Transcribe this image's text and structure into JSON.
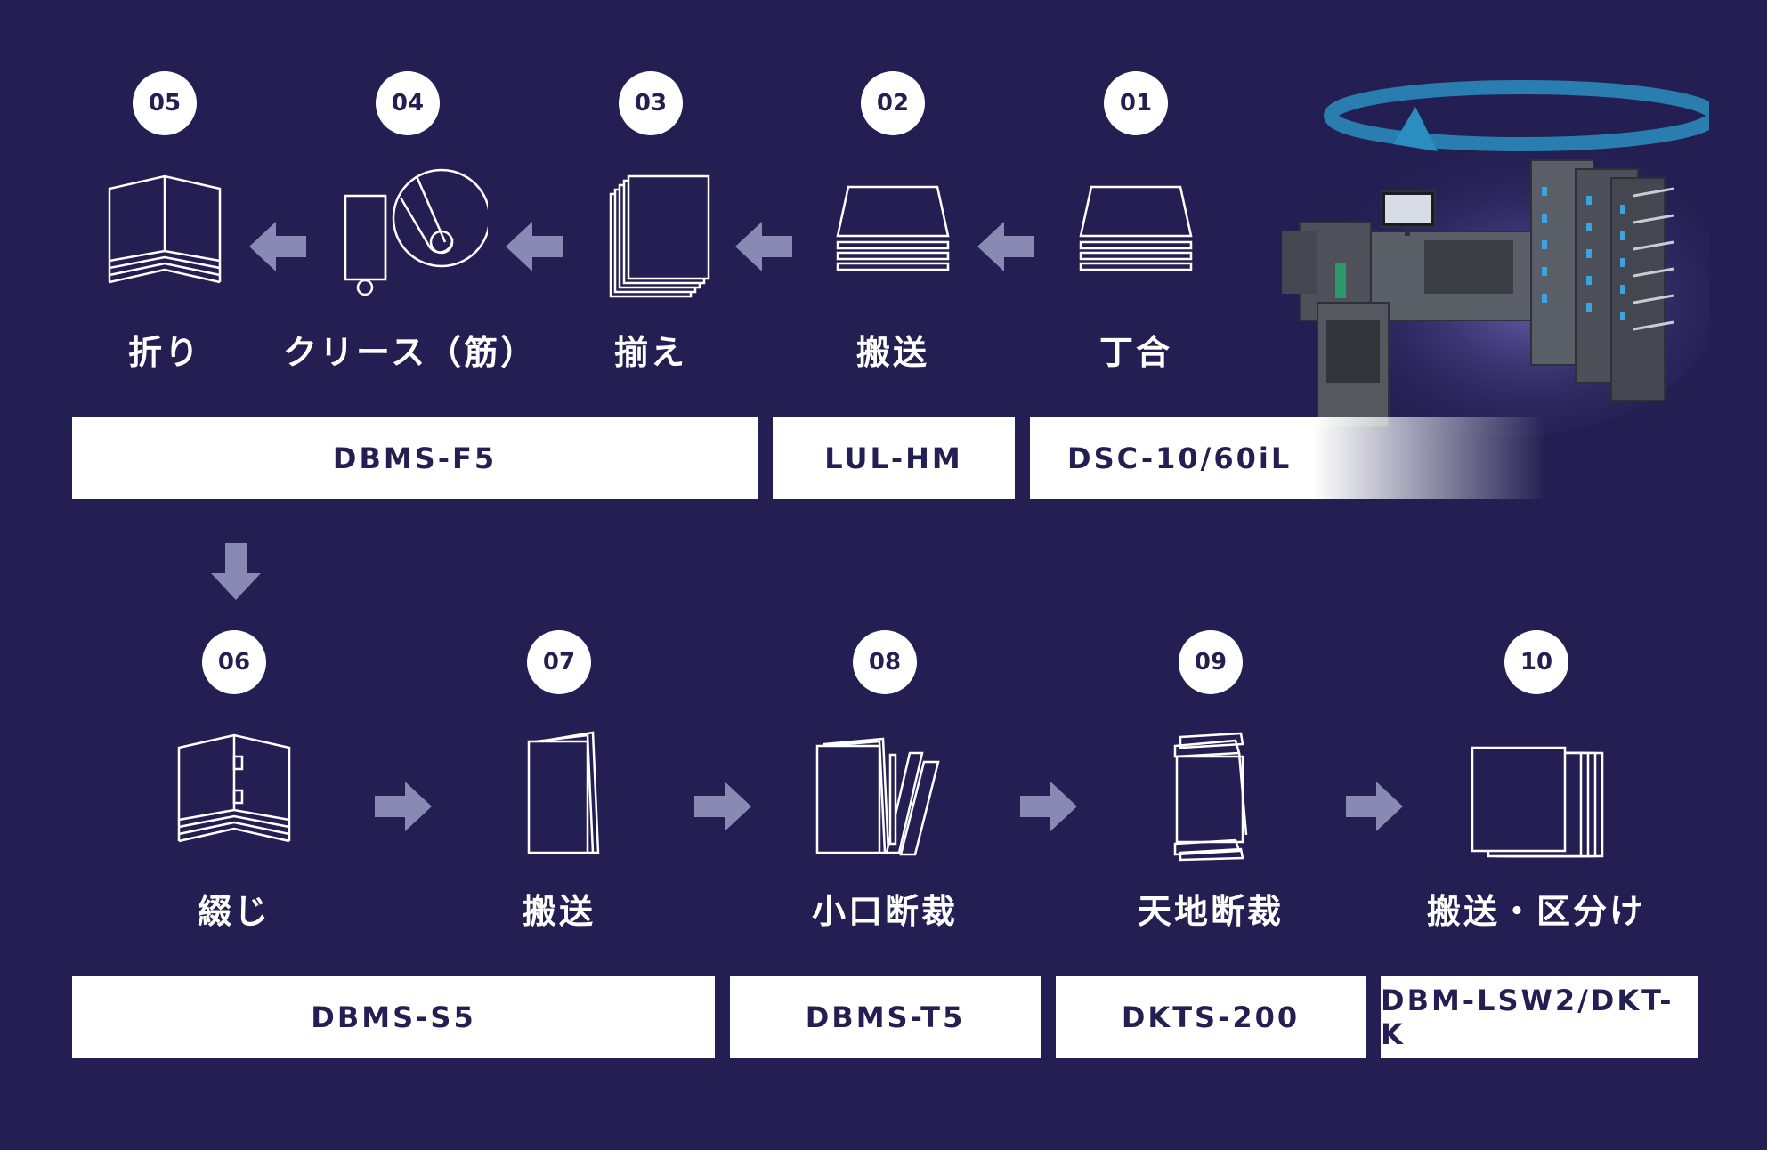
{
  "colors": {
    "background": "#231f52",
    "badge": "#ffffff",
    "bar": "#ffffff",
    "arrow": "#8a89b3",
    "ring": "#2a8fc0"
  },
  "steps": [
    {
      "number": "01",
      "label": "丁合",
      "icon": "single-stack-icon"
    },
    {
      "number": "02",
      "label": "搬送",
      "icon": "conveyed-stack-icon"
    },
    {
      "number": "03",
      "label": "揃え",
      "icon": "jogged-sheets-icon"
    },
    {
      "number": "04",
      "label": "クリース（筋）",
      "icon": "crease-roller-icon"
    },
    {
      "number": "05",
      "label": "折り",
      "icon": "folded-book-icon"
    },
    {
      "number": "06",
      "label": "綴じ",
      "icon": "stitched-book-icon"
    },
    {
      "number": "07",
      "label": "搬送",
      "icon": "booklet-icon"
    },
    {
      "number": "08",
      "label": "小口断裁",
      "icon": "face-trim-icon"
    },
    {
      "number": "09",
      "label": "天地断裁",
      "icon": "head-foot-trim-icon"
    },
    {
      "number": "10",
      "label": "搬送・区分け",
      "icon": "sorted-stack-icon"
    }
  ],
  "machines": {
    "dsc": "DSC-10/60iL",
    "lul": "LUL-HM",
    "f5": "DBMS-F5",
    "s5": "DBMS-S5",
    "t5": "DBMS-T5",
    "dkts": "DKTS-200",
    "lsw": "DBM-LSW2/DKT-K"
  },
  "photo": {
    "subject": "collator-bookletmaker-machine",
    "icon": "rotation-ring-icon"
  }
}
